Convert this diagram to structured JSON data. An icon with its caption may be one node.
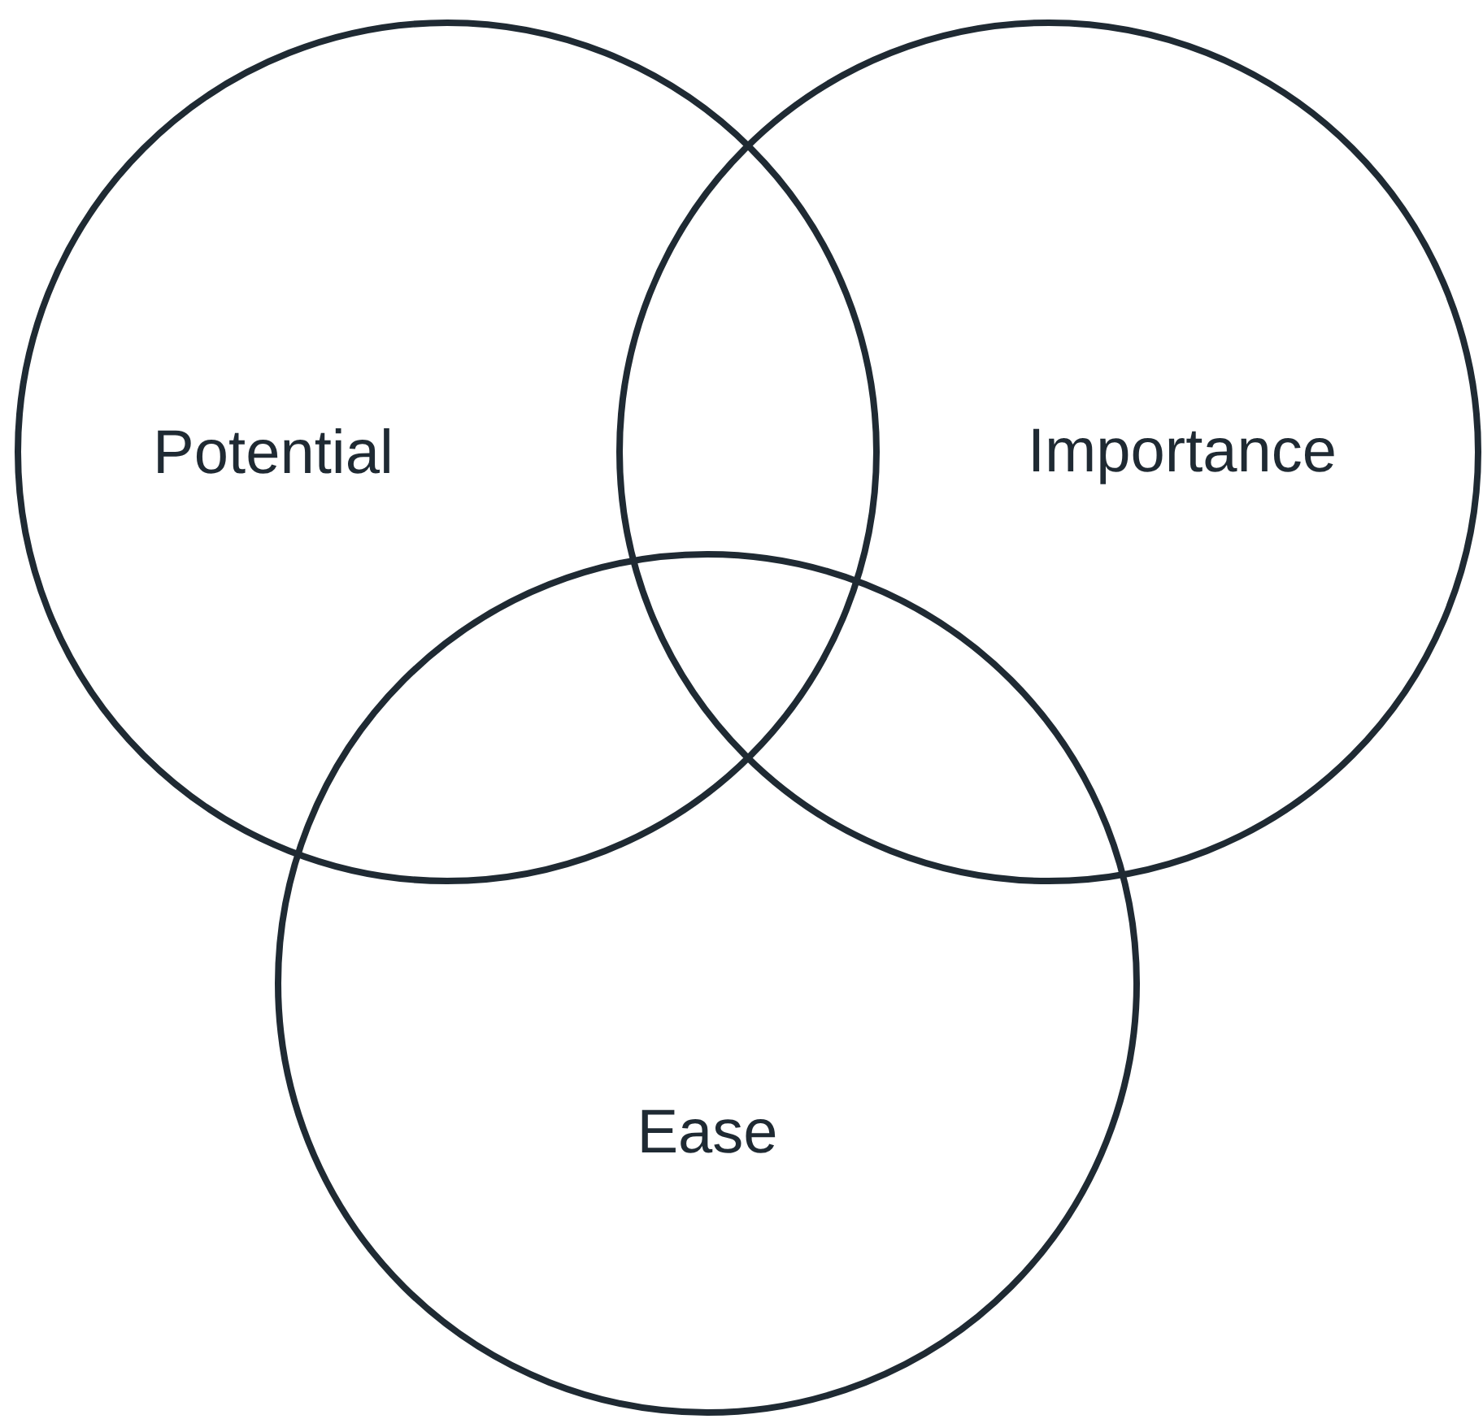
{
  "diagram": {
    "nodes": [
      {
        "text": [
          "Potential"
        ]
      },
      {
        "text": [
          "Importance"
        ]
      },
      {
        "text": [
          "Ease"
        ]
      }
    ]
  }
}
